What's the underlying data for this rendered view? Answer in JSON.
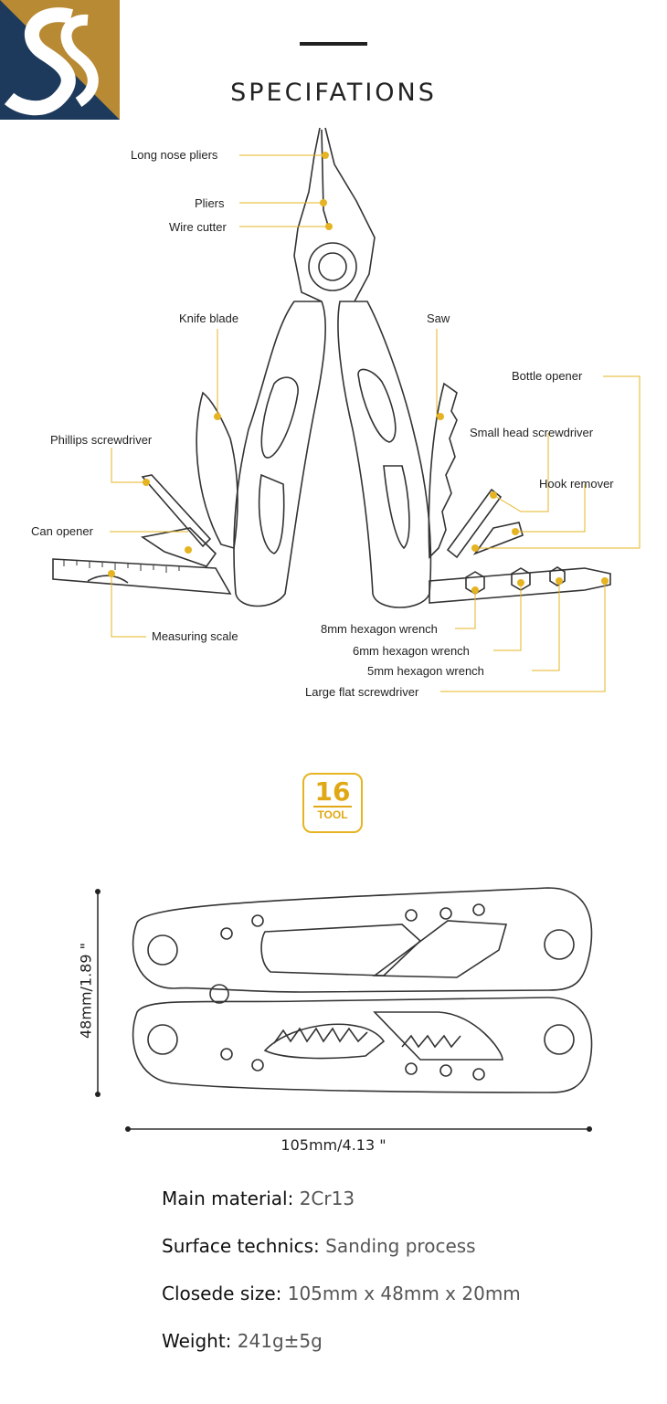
{
  "header": {
    "title": "SPECIFATIONS"
  },
  "colors": {
    "accent": "#e6b422",
    "logo_navy": "#1d3a5c",
    "logo_gold": "#b98a34"
  },
  "labels": {
    "long_nose_pliers": "Long nose pliers",
    "pliers": "Pliers",
    "wire_cutter": "Wire cutter",
    "knife_blade": "Knife blade",
    "saw": "Saw",
    "bottle_opener": "Bottle opener",
    "small_head_screwdriver": "Small head screwdriver",
    "phillips_screwdriver": "Phillips screwdriver",
    "hook_remover": "Hook remover",
    "can_opener": "Can opener",
    "measuring_scale": "Measuring scale",
    "hex_8": "8mm hexagon wrench",
    "hex_6": "6mm hexagon wrench",
    "hex_5": "5mm hexagon wrench",
    "large_flat": "Large flat screwdriver"
  },
  "badge": {
    "number": "16",
    "text": "TOOL"
  },
  "dimensions": {
    "height": "48mm/1.89 \"",
    "width": "105mm/4.13 \""
  },
  "specs": [
    {
      "key": "Main material:",
      "value": "2Cr13"
    },
    {
      "key": "Surface technics:",
      "value": "Sanding process"
    },
    {
      "key": "Closede size:",
      "value": "105mm x 48mm x 20mm"
    },
    {
      "key": "Weight:",
      "value": "241g±5g"
    }
  ]
}
